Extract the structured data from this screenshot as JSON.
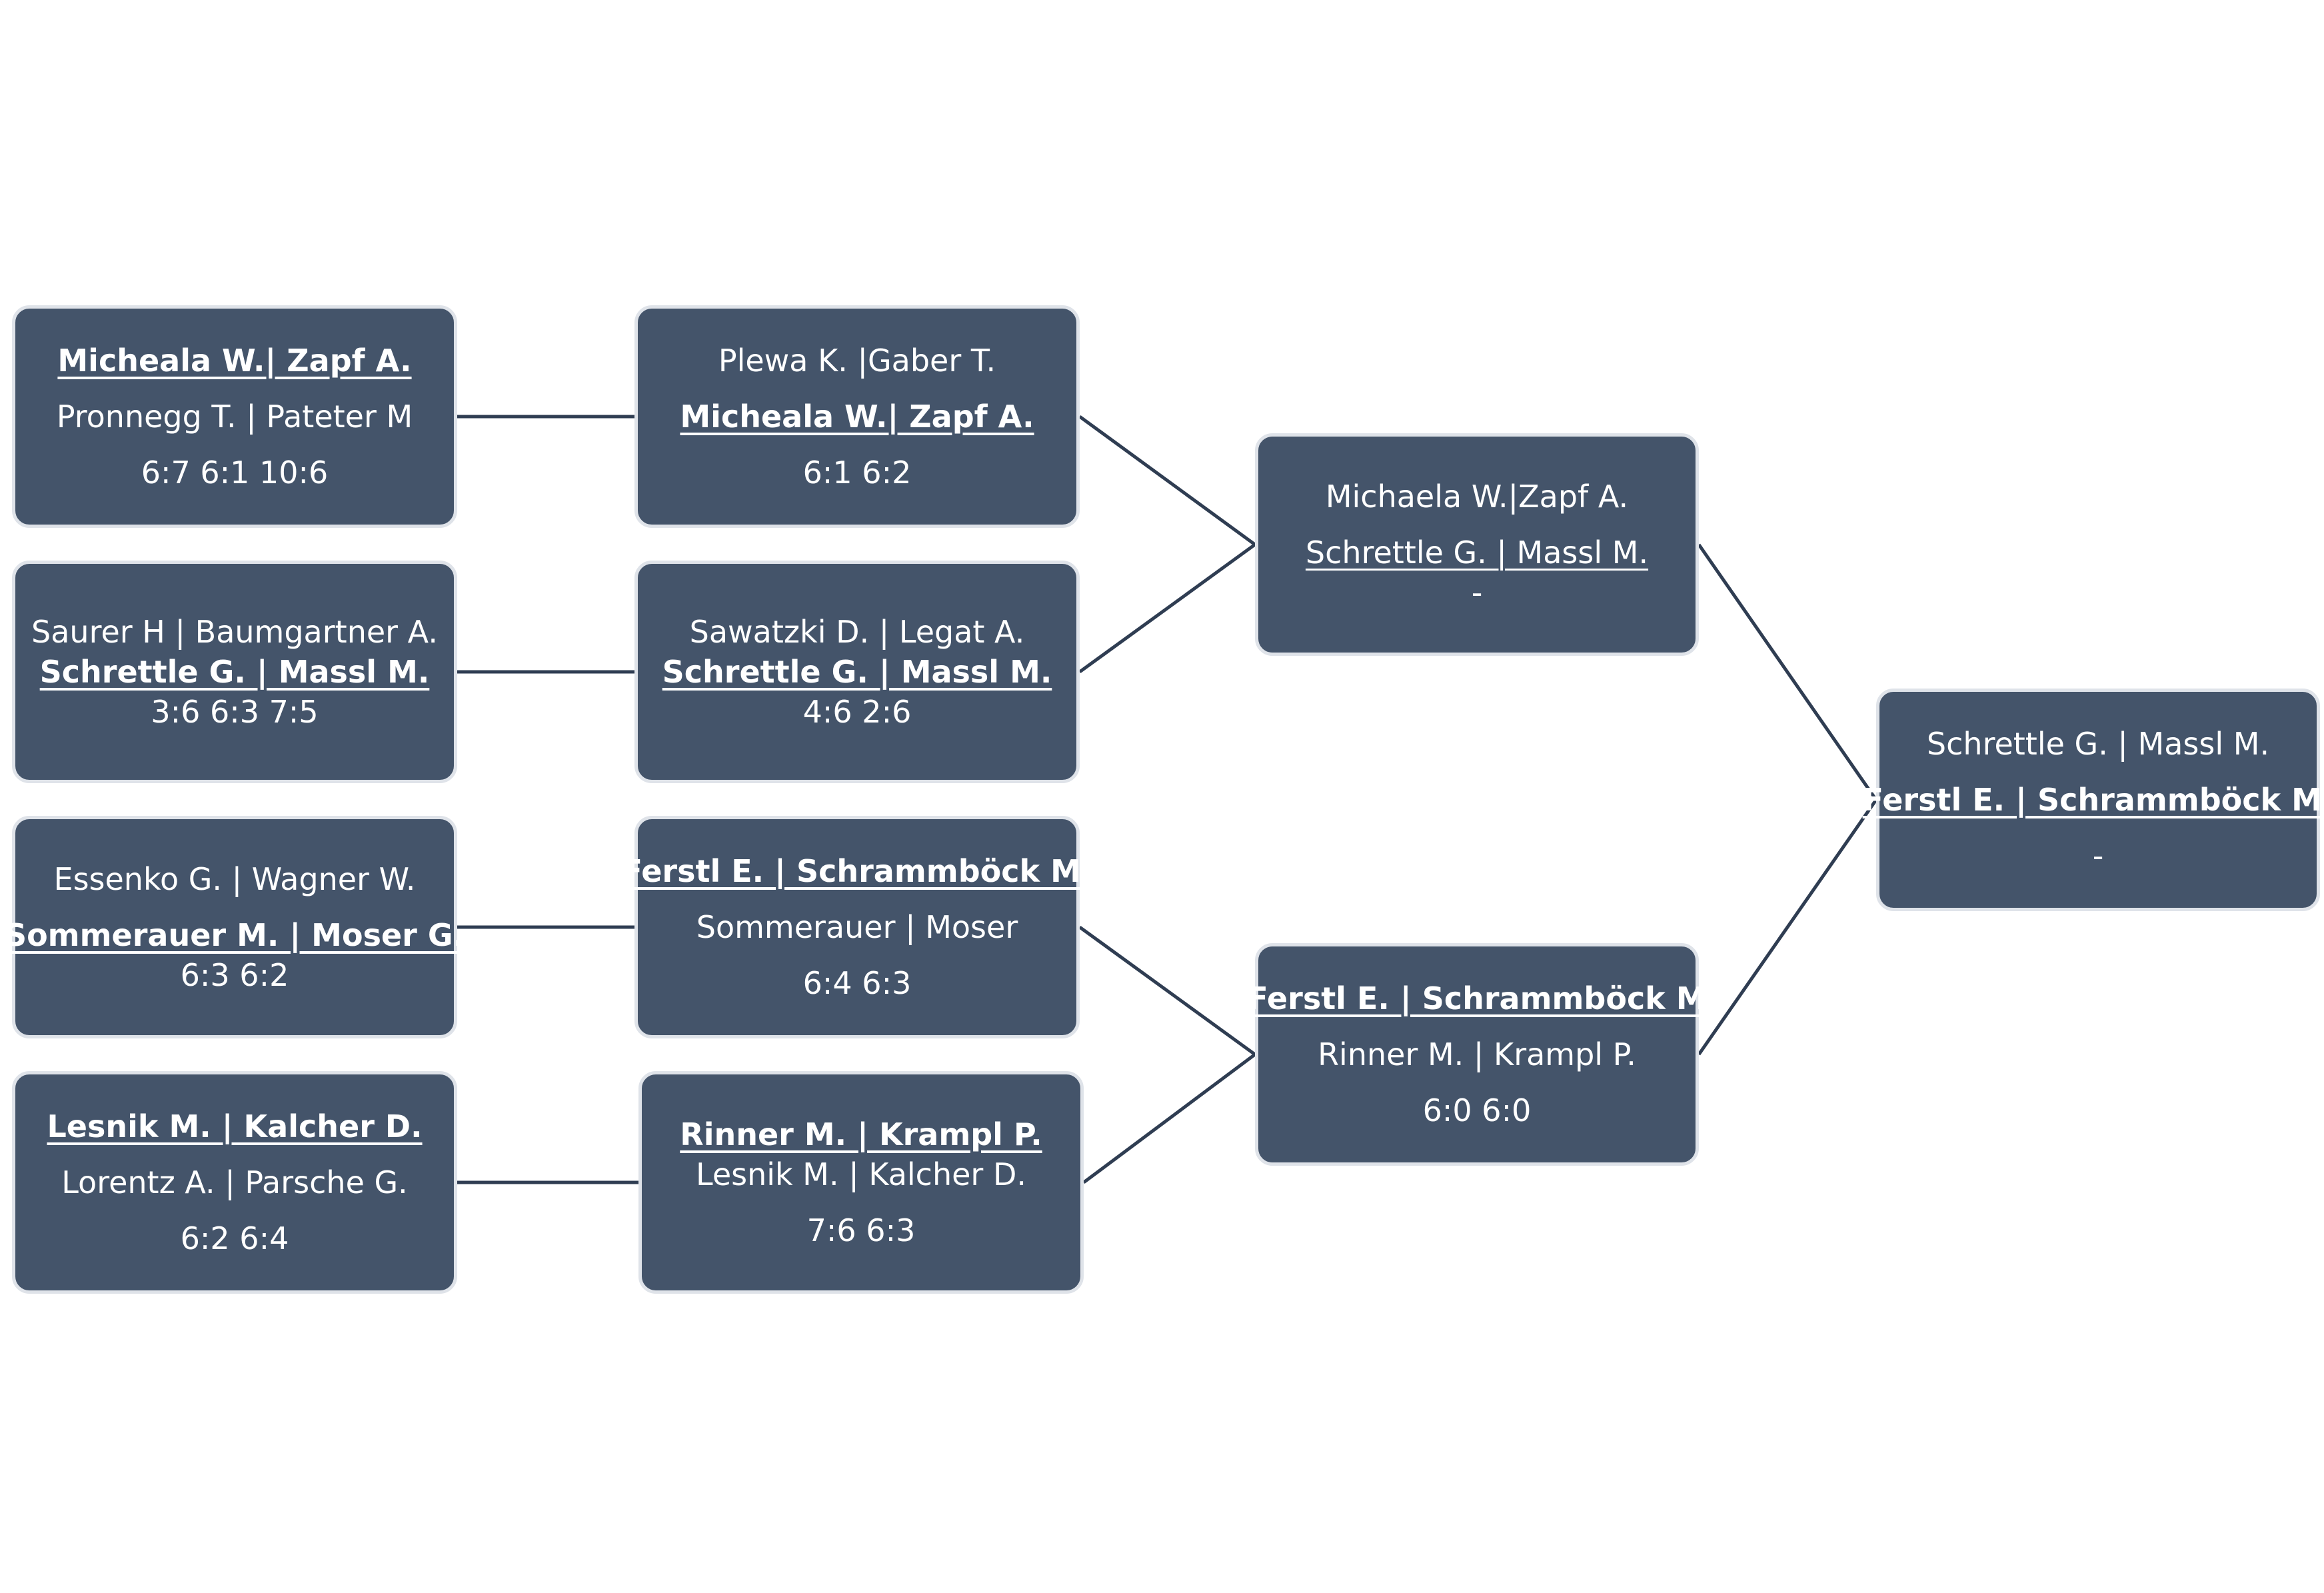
{
  "colors": {
    "box_fill": "#44546a",
    "box_border": "#dfe3e9",
    "connector": "#2f3d52",
    "text": "#ffffff"
  },
  "round1": [
    {
      "line1": "Micheala W.| Zapf A.",
      "line2": "Pronnegg T. | Pateter M",
      "score": "6:7 6:1 10:6"
    },
    {
      "line1": "Saurer H | Baumgartner A.",
      "line2": "Schrettle G. | Massl M.",
      "score": "3:6 6:3 7:5"
    },
    {
      "line1": "Essenko G. | Wagner W.",
      "line2": "Sommerauer M. | Moser G.",
      "score": "6:3 6:2"
    },
    {
      "line1": "Lesnik M. | Kalcher D.",
      "line2": "Lorentz A. | Parsche G.",
      "score": "6:2 6:4"
    }
  ],
  "round2": [
    {
      "line1": "Plewa K. |Gaber T.",
      "line2": "Micheala W.| Zapf A.",
      "score": "6:1 6:2"
    },
    {
      "line1": "Sawatzki D. | Legat A.",
      "line2": "Schrettle G. | Massl M.",
      "score": "4:6 2:6"
    },
    {
      "line1": "Ferstl E. | Schrammböck M.",
      "line2": "Sommerauer | Moser",
      "score": "6:4 6:3"
    },
    {
      "line1": "Rinner M. | Krampl P.",
      "line2": "Lesnik M. | Kalcher D.",
      "score": "7:6 6:3"
    }
  ],
  "semifinals": [
    {
      "line1": "Michaela W.|Zapf A.",
      "line2": "Schrettle G. | Massl M.",
      "score": "-"
    },
    {
      "line1": "Ferstl E. | Schrammböck M",
      "line2": "Rinner M. | Krampl P.",
      "score": "6:0 6:0"
    }
  ],
  "final": {
    "line1": "Schrettle G. | Massl M.",
    "line2": "Ferstl E. | Schrammböck M.",
    "score": "-"
  }
}
